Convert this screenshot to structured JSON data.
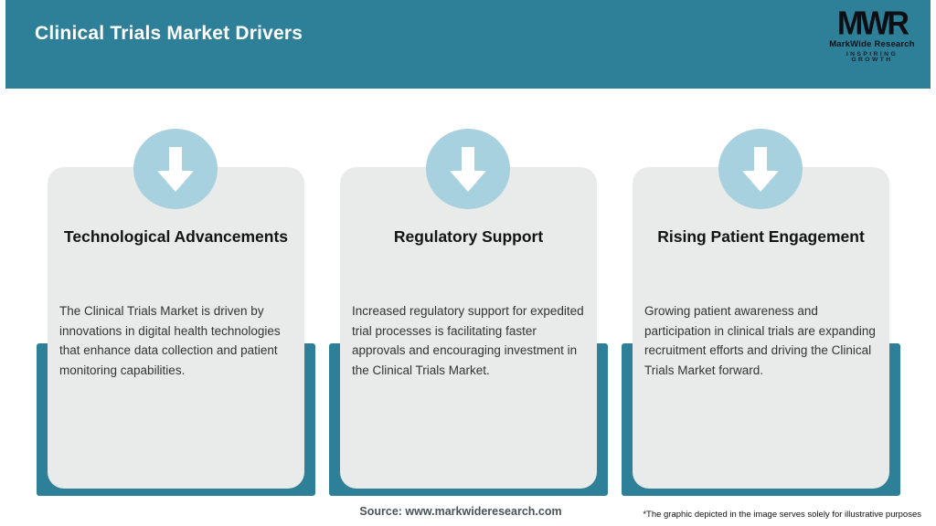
{
  "header": {
    "title": "Clinical Trials Market Drivers",
    "logo": {
      "monogram": "MWR",
      "name": "MarkWide Research",
      "tagline": "INSPIRING GROWTH"
    }
  },
  "cards": [
    {
      "title": "Technological Advancements",
      "description": "The Clinical Trials Market is driven by innovations in digital health technologies that enhance data collection and patient monitoring capabilities.",
      "icon": "arrow-down-icon"
    },
    {
      "title": "Regulatory Support",
      "description": "Increased regulatory support for expedited trial processes is facilitating faster approvals and encouraging investment in the Clinical Trials Market.",
      "icon": "arrow-down-icon"
    },
    {
      "title": "Rising Patient Engagement",
      "description": "Growing patient awareness and participation in clinical trials are expanding recruitment efforts and driving the Clinical Trials Market forward.",
      "icon": "arrow-down-icon"
    }
  ],
  "footer": {
    "source": "Source: www.markwideresearch.com",
    "disclaimer": "*The graphic depicted in the image serves solely for illustrative purposes"
  },
  "colors": {
    "header_teal": "#2E7F98",
    "tray_teal": "#2E7F98",
    "card_gray": "#E9EBEB",
    "badge_blue": "#A8D1E0",
    "title_text": "#131313",
    "body_text": "#333333",
    "source_text": "#4A5358"
  }
}
